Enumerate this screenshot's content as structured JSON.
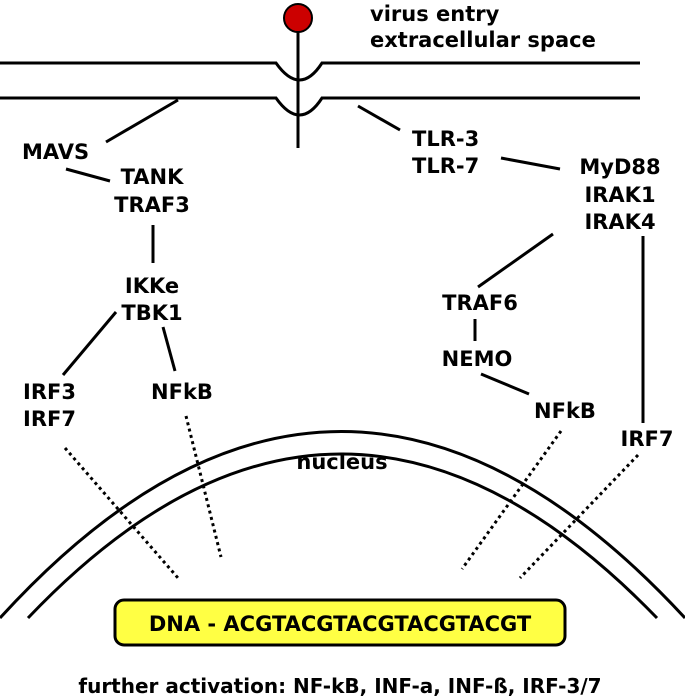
{
  "labels": {
    "virus_entry": "virus entry",
    "extracellular_space": "extracellular space",
    "mavs": "MAVS",
    "tank": "TANK",
    "traf3": "TRAF3",
    "ikke": "IKKe",
    "tbk1": "TBK1",
    "irf3": "IRF3",
    "irf7_left": "IRF7",
    "nfkb_left": "NFkB",
    "tlr3": "TLR-3",
    "tlr7": "TLR-7",
    "myd88": "MyD88",
    "irak1": "IRAK1",
    "irak4": "IRAK4",
    "traf6": "TRAF6",
    "nemo": "NEMO",
    "nfkb_right": "NFkB",
    "irf7_right": "IRF7",
    "nucleus": "nucleus",
    "dna": "DNA - ACGTACGTACGTACGTACGT",
    "footer": "further activation: NF-kB, INF-a, INF-ß, IRF-3/7"
  },
  "colors": {
    "virus": "#cc0000",
    "dna_box_fill": "#ffff44",
    "line": "#000000"
  }
}
